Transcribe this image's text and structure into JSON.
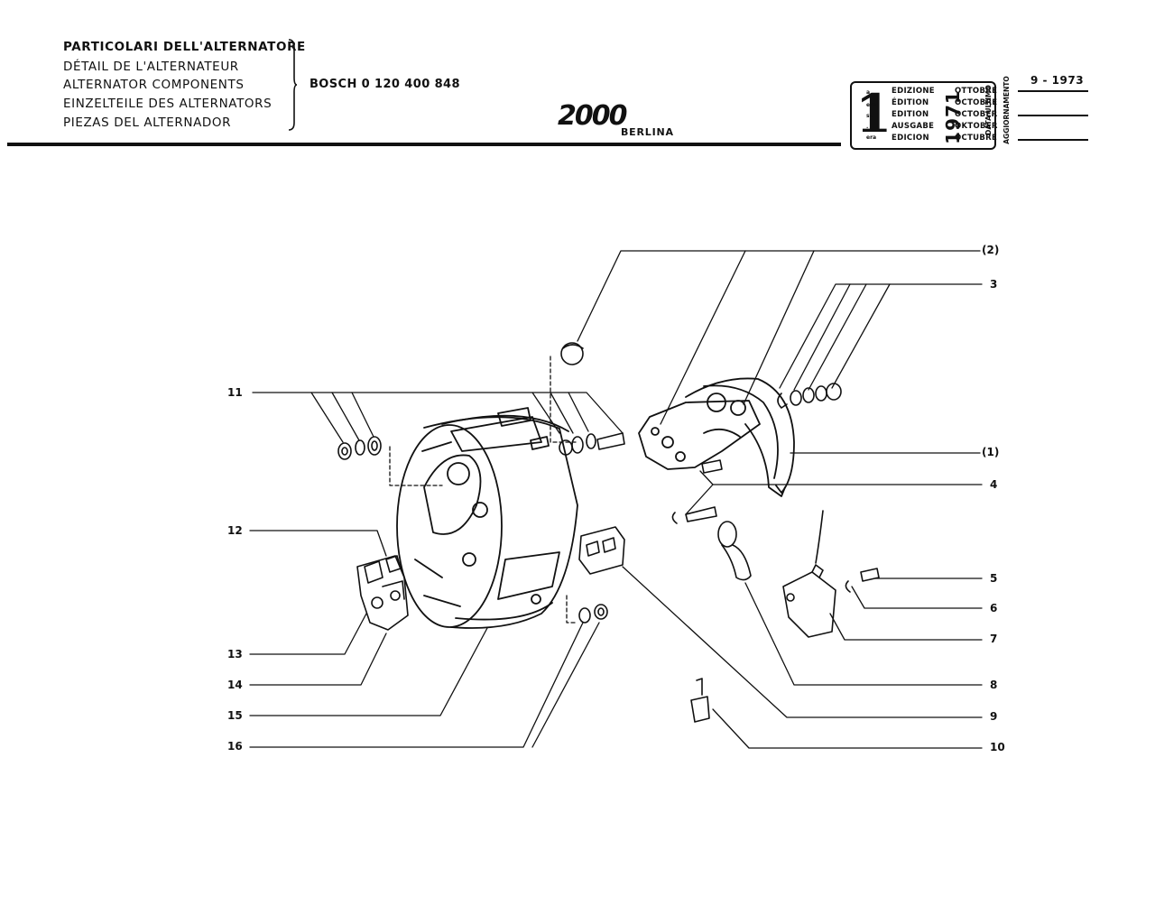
{
  "header": {
    "titles": [
      "PARTICOLARI DELL'ALTERNATORE",
      "DÉTAIL DE L'ALTERNATEUR",
      "ALTERNATOR COMPONENTS",
      "EINZELTEILE DES ALTERNATORS",
      "PIEZAS DEL ALTERNADOR"
    ],
    "model": "BOSCH 0 120 400 848",
    "logo": "2000",
    "subtitle": "BERLINA"
  },
  "edition": {
    "number": "1",
    "superscripts": [
      "a",
      "ere",
      "st",
      ".",
      "era"
    ],
    "labels": [
      "EDIZIONE",
      "ÉDITION",
      "EDITION",
      "AUSGABE",
      "EDICION"
    ],
    "year": "1971",
    "months": [
      "OTTOBRE",
      "OCTOBRE",
      "OCTOBER",
      "OKTOBER",
      "OCTUBRE"
    ],
    "update_label_1": "DATA ULTIMO",
    "update_label_2": "AGGIORNAMENTO",
    "update_date": "9 - 1973"
  },
  "callouts": {
    "left": [
      "11",
      "12",
      "13",
      "14",
      "15",
      "16"
    ],
    "right": [
      "(2)",
      "3",
      "(1)",
      "4",
      "5",
      "6",
      "7",
      "8",
      "9",
      "10"
    ]
  }
}
